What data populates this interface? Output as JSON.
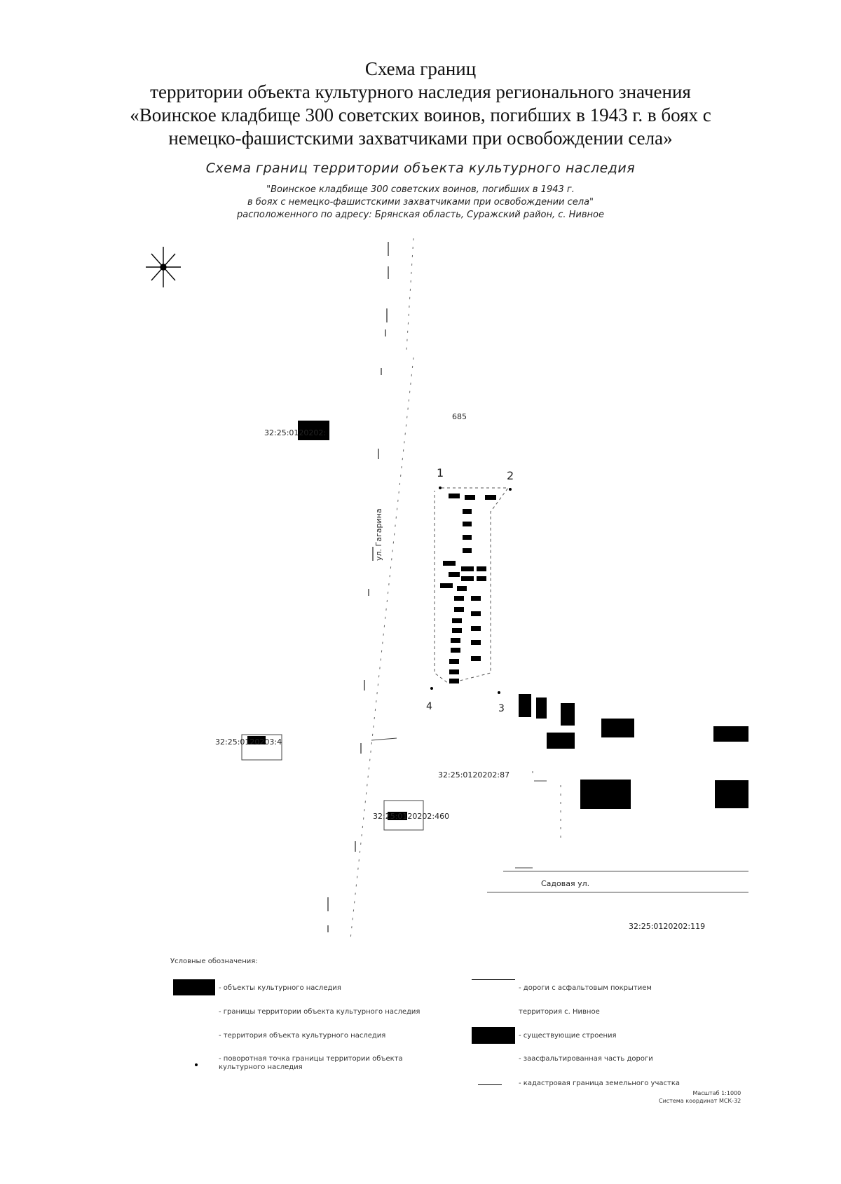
{
  "header": {
    "line1": "Схема границ",
    "line2": "территории объекта культурного наследия регионального значения",
    "line3": "«Воинское кладбище 300 советских воинов, погибших в 1943 г. в боях с",
    "line4": "немецко-фашистскими захватчиками при освобождении села»"
  },
  "map_title": {
    "line1": "Схема границ территории объекта культурного наследия",
    "line2": "\"Воинское кладбище 300 советских воинов, погибших в 1943 г.",
    "line3": "в боях с немецко-фашистскими захватчиками при освобождении села\"",
    "line4": "расположенного по адресу: Брянская область, Суражский район, с. Нивное"
  },
  "map": {
    "parcels": {
      "p1": "32:25:0120202:",
      "p2": "32:25:0120203:4",
      "p3": "32:25:0120202:87",
      "p4": "32:25:0120202:460",
      "p5": "32:25:0120202:119",
      "p6": "685"
    },
    "streets": {
      "gagarina": "ул. Гагарина",
      "sadovaya": "Садовая ул."
    },
    "points": [
      "1",
      "2",
      "3",
      "4"
    ]
  },
  "legend": {
    "title": "Условные обозначения:",
    "items": [
      "- объекты культурного наследия",
      "- границы территории объекта культурного наследия",
      "- территория объекта культурного наследия",
      "- поворотная точка границы территории объекта культурного наследия",
      "- дороги с асфальтовым покрытием",
      "территория с. Нивное",
      "- существующие строения",
      "- заасфальтированная часть дороги",
      "- кадастровая граница земельного участка"
    ]
  },
  "scale": {
    "line1": "Масштаб 1:1000",
    "line2": "Система координат МСК-32"
  },
  "colors": {
    "ink": "#000000",
    "paper": "#ffffff"
  }
}
